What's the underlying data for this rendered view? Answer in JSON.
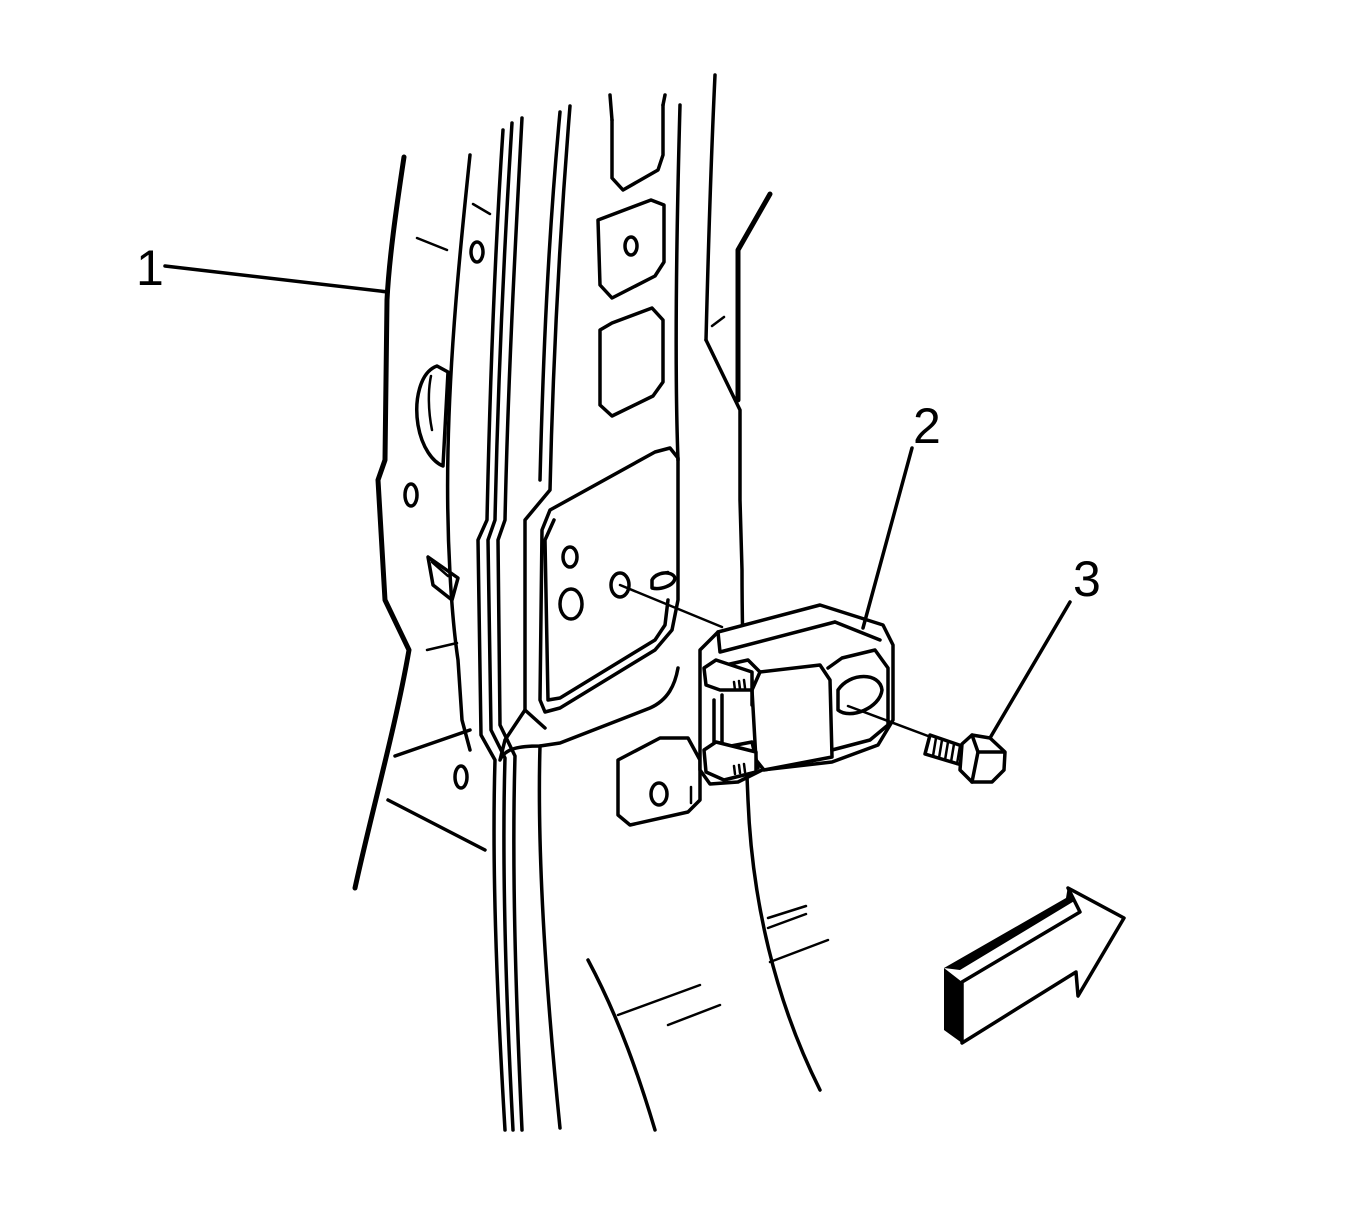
{
  "callouts": [
    {
      "id": "1",
      "label": "1"
    },
    {
      "id": "2",
      "label": "2"
    },
    {
      "id": "3",
      "label": "3"
    }
  ],
  "colors": {
    "line": "#000000",
    "background": "#ffffff"
  },
  "icons": {
    "view_arrow": "front-view-arrow-icon"
  }
}
